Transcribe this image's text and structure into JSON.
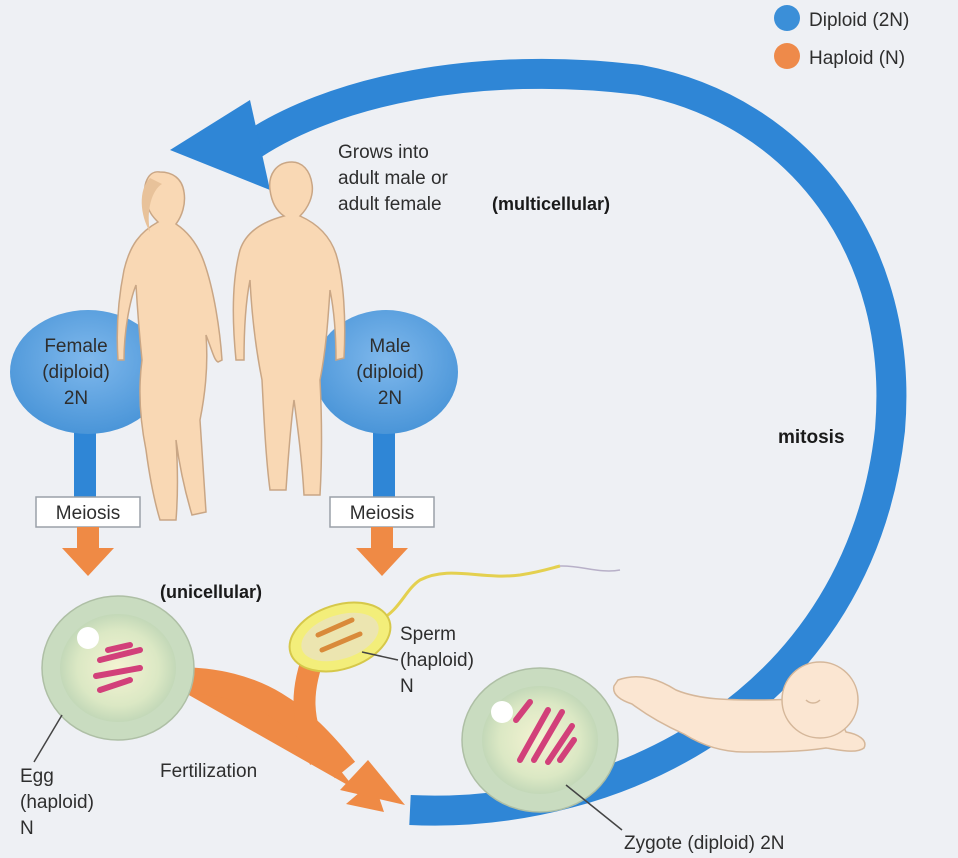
{
  "legend": {
    "diploid_label": "Diploid (2N)",
    "haploid_label": "Haploid (N)",
    "diploid_color": "#3b8fd8",
    "haploid_color": "#ee8a4a"
  },
  "labels": {
    "grows_into": [
      "Grows into",
      "adult male or",
      "adult female"
    ],
    "multicellular": "(multicellular)",
    "unicellular": "(unicellular)",
    "mitosis": "mitosis",
    "fertilization": "Fertilization",
    "female": [
      "Female",
      "(diploid)",
      "2N"
    ],
    "male": [
      "Male",
      "(diploid)",
      "2N"
    ],
    "meiosis_left": "Meiosis",
    "meiosis_right": "Meiosis",
    "sperm": [
      "Sperm",
      "(haploid)",
      "N"
    ],
    "egg": [
      "Egg",
      "(haploid)",
      "N"
    ],
    "zygote": "Zygote (diploid) 2N"
  },
  "colors": {
    "diploid_blue": "#2f86d6",
    "haploid_orange": "#ef8a45",
    "skin": "#f9d8b4",
    "cell_fill": "#dfe9c9",
    "chromosome": "#d2407a"
  }
}
